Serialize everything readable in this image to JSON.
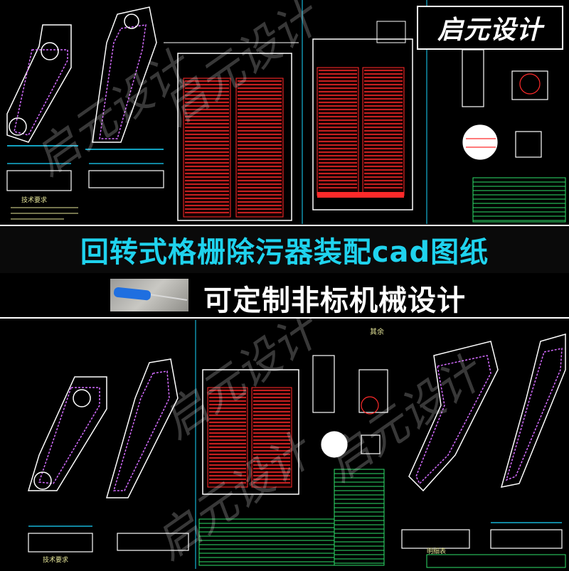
{
  "brand": {
    "name": "启元设计"
  },
  "title": {
    "main": "回转式格栅除污器装配cad图纸",
    "sub": "可定制非标机械设计"
  },
  "drawing_labels": {
    "top_note": "技术要求",
    "bottom_note": "技术要求",
    "bottom_header": "其余",
    "table_header": "明细表"
  },
  "watermark": {
    "text": "启元设计"
  },
  "colors": {
    "grid_red": "#ff2a2a",
    "line_white": "#ffffff",
    "line_cyan": "#19d7ff",
    "line_green": "#2ee06a",
    "title_cyan": "#1fd3ee",
    "chain_magenta": "#d36bff"
  }
}
